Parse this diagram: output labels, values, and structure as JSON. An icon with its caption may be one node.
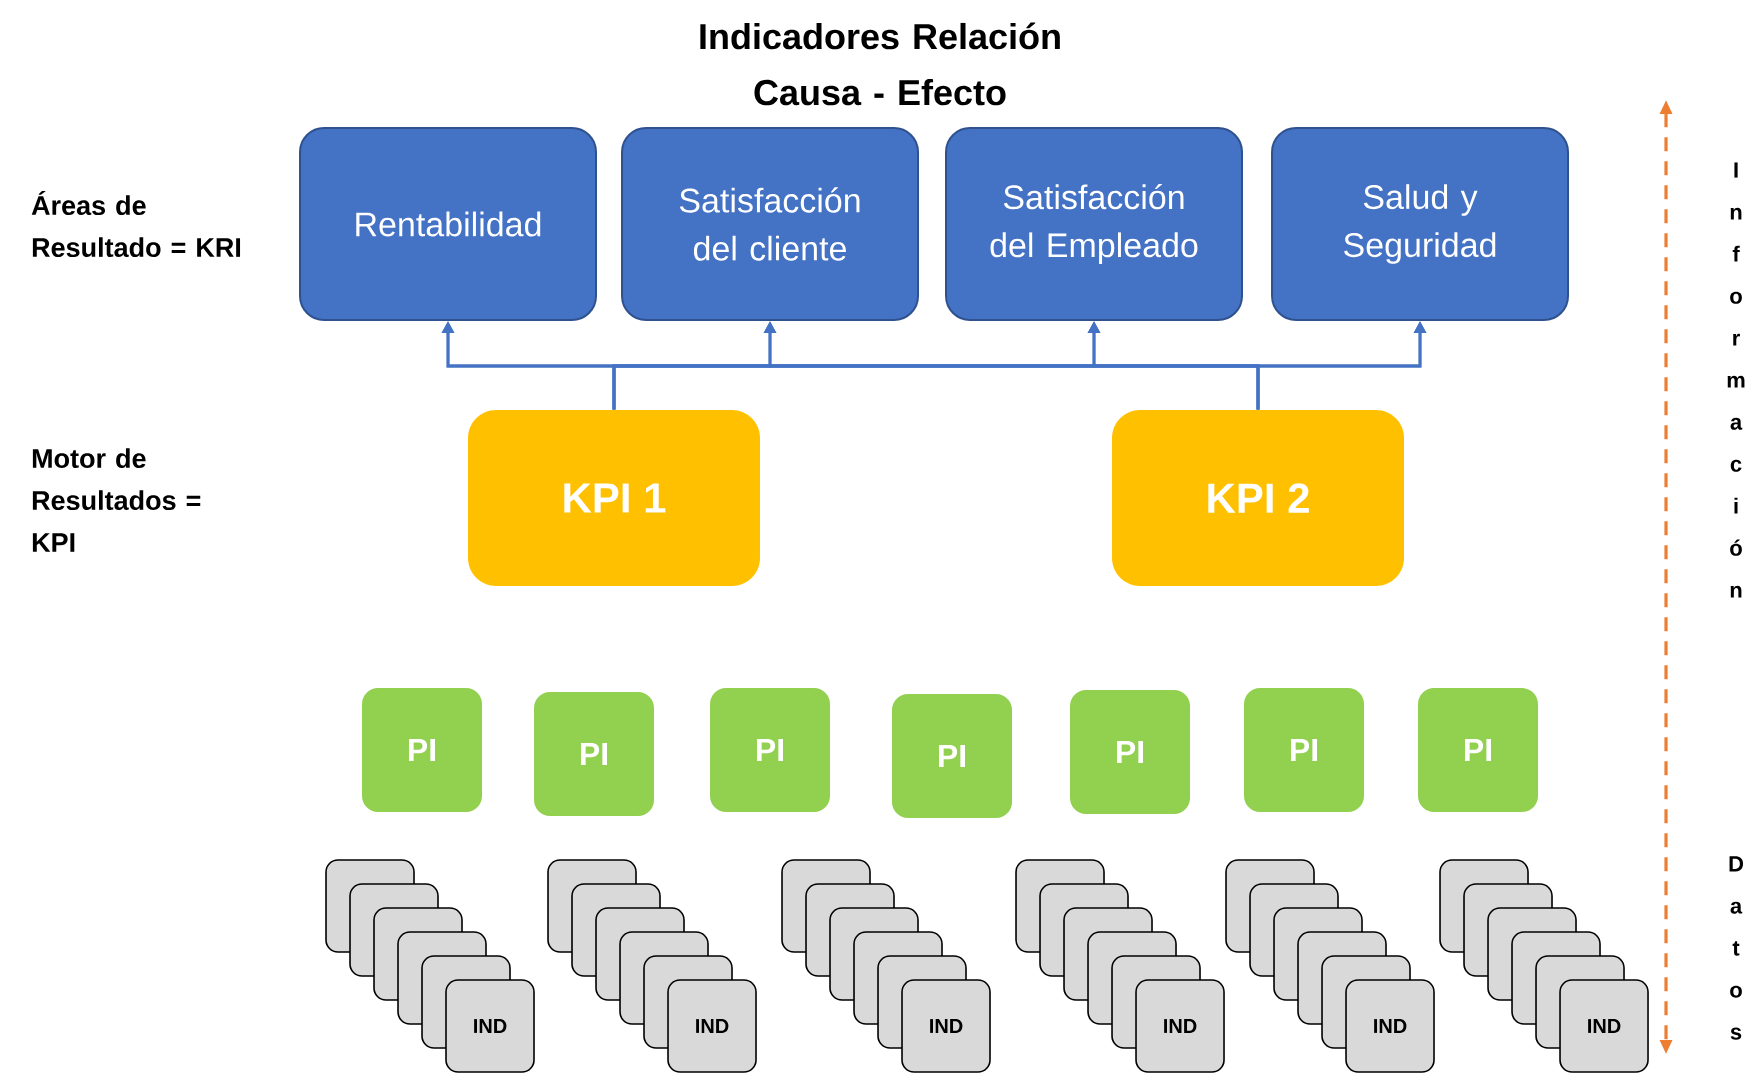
{
  "diagram": {
    "title": "Indicadores Relación Causa - Efecto",
    "nodes": [
      {
        "text": [
          "Rentabilidad"
        ]
      },
      {
        "text": [
          "Satisfacción del cliente"
        ]
      },
      {
        "text": [
          "Satisfacción del Empleado"
        ]
      },
      {
        "text": [
          "Salud y Seguridad"
        ]
      },
      {
        "text": [
          "KPI 1"
        ]
      },
      {
        "text": [
          "KPI 2"
        ]
      },
      {
        "text": [
          "PI"
        ]
      },
      {
        "text": [
          "PI"
        ]
      },
      {
        "text": [
          "PI"
        ]
      },
      {
        "text": [
          "PI"
        ]
      },
      {
        "text": [
          "PI"
        ]
      },
      {
        "text": [
          "PI"
        ]
      },
      {
        "text": [
          "PI"
        ]
      },
      {
        "text": [
          "IND"
        ]
      },
      {
        "text": [
          "IND"
        ]
      },
      {
        "text": [
          "IND"
        ]
      },
      {
        "text": [
          "IND"
        ]
      },
      {
        "text": [
          "IND"
        ]
      },
      {
        "text": [
          "IND"
        ]
      }
    ],
    "edges": [
      {
        "from": 4,
        "to": 0,
        "arrow": "to"
      },
      {
        "from": 4,
        "to": 1,
        "arrow": "to"
      },
      {
        "from": 4,
        "to": 2,
        "arrow": "to"
      },
      {
        "from": 4,
        "to": 3,
        "arrow": "to"
      },
      {
        "from": 5,
        "to": 0,
        "arrow": "to"
      },
      {
        "from": 5,
        "to": 1,
        "arrow": "to"
      },
      {
        "from": 5,
        "to": 2,
        "arrow": "to"
      },
      {
        "from": 5,
        "to": 3,
        "arrow": "to"
      }
    ],
    "labels": [
      "Áreas de Resultado = KRI",
      "Motor de Resultados = KPI",
      "Información",
      "Datos"
    ]
  }
}
